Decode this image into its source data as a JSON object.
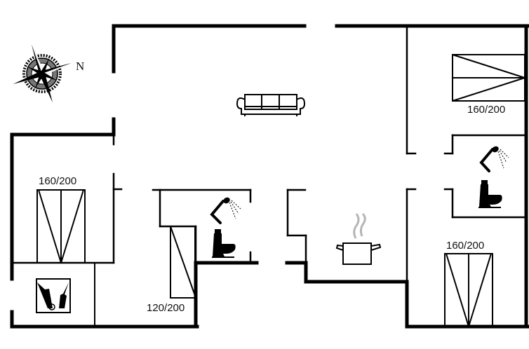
{
  "plan": {
    "type": "floor-plan",
    "compass": {
      "label": "N"
    },
    "rooms": [
      {
        "id": "living",
        "name": "Living room",
        "furniture": "sofa"
      },
      {
        "id": "bedroom-ne",
        "name": "Bedroom",
        "bed_size": "160/200"
      },
      {
        "id": "bath-east",
        "name": "Bathroom",
        "fixtures": [
          "shower",
          "toilet"
        ]
      },
      {
        "id": "bedroom-se",
        "name": "Bedroom",
        "bed_size": "160/200"
      },
      {
        "id": "bedroom-west",
        "name": "Bedroom",
        "bed_size": "160/200"
      },
      {
        "id": "utility",
        "name": "Utility room",
        "fixtures": [
          "technical-room"
        ]
      },
      {
        "id": "bath-center",
        "name": "Bathroom",
        "fixtures": [
          "shower",
          "toilet"
        ]
      },
      {
        "id": "bedroom-small",
        "name": "Bedroom",
        "bed_size": "120/200"
      },
      {
        "id": "kitchen",
        "name": "Kitchen",
        "fixtures": [
          "cooking-pot"
        ]
      }
    ],
    "labels": {
      "bed_ne": "160/200",
      "bed_se": "160/200",
      "bed_west": "160/200",
      "bed_small": "120/200"
    },
    "colors": {
      "wall": "#000000",
      "steam": "#b5b5b5",
      "background": "#ffffff"
    }
  }
}
